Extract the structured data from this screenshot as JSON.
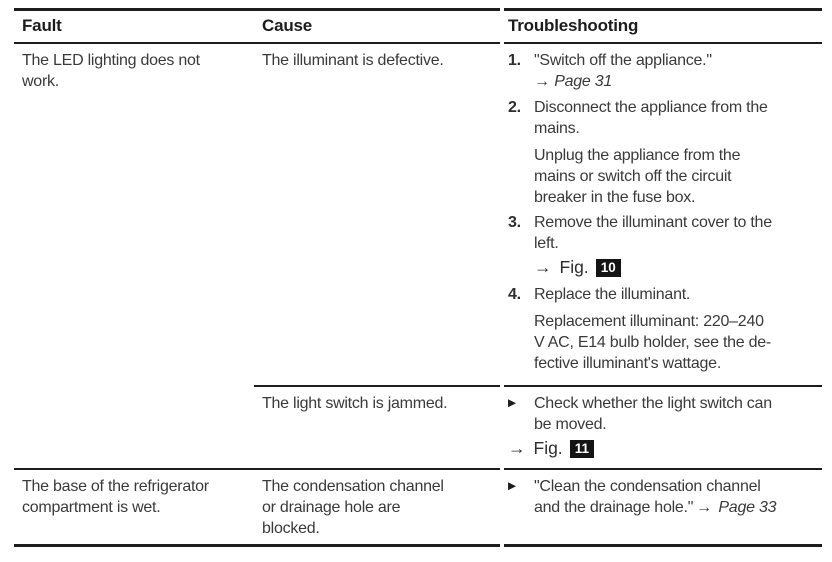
{
  "header": {
    "fault": "Fault",
    "cause": "Cause",
    "troubleshooting": "Troubleshooting"
  },
  "icons": {
    "arrow": "→",
    "bullet": "▶"
  },
  "row1": {
    "fault": "The LED lighting does not\nwork.",
    "sub1": {
      "cause": "The illuminant is defective.",
      "steps": [
        {
          "num": "1.",
          "text": "\"Switch off the appliance.\"",
          "ref_page": "Page 31"
        },
        {
          "num": "2.",
          "text": "Disconnect the appliance from the\nmains.",
          "para": "Unplug the appliance from the\nmains or switch off the circuit\nbreaker in the fuse box."
        },
        {
          "num": "3.",
          "text": "Remove the illuminant cover to the\nleft.",
          "fig_label": "Fig.",
          "fig_num": "10"
        },
        {
          "num": "4.",
          "text": "Replace the illuminant.",
          "para": "Replacement illuminant: 220–240\nV AC, E14 bulb holder, see the de-\nfective illuminant's wattage."
        }
      ]
    },
    "sub2": {
      "cause": "The light switch is jammed.",
      "text": "Check whether the light switch can\nbe moved.",
      "fig_label": "Fig.",
      "fig_num": "11"
    }
  },
  "row2": {
    "fault": "The base of the refrigerator\ncompartment is wet.",
    "cause": "The condensation channel\nor drainage hole are\nblocked.",
    "text": "\"Clean the condensation channel\nand the drainage hole.\"",
    "ref_page": "Page 33"
  }
}
